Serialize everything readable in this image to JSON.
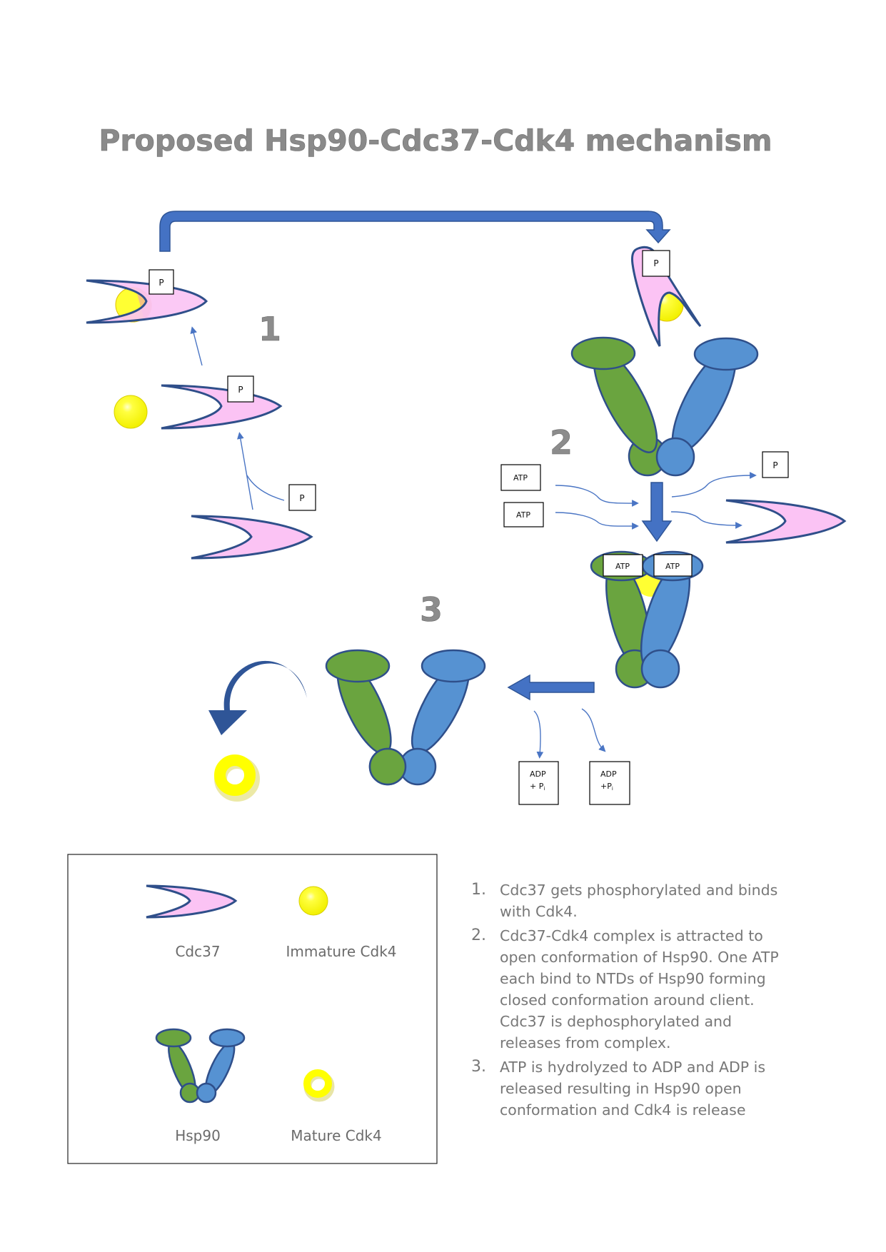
{
  "title": "Proposed Hsp90-Cdc37-Cdk4 mechanism",
  "step_numbers": [
    "1",
    "2",
    "3"
  ],
  "labels": {
    "phosphate": "P",
    "atp": "ATP",
    "adp_line1": "ADP",
    "adp_pi_a": "+ P",
    "adp_pi_b": "+P",
    "subscript_i": "i"
  },
  "colors": {
    "cdc37_fill": "#fbc3f4",
    "outline": "#2f4f8a",
    "hsp90_green": "#6aa43f",
    "hsp90_blue": "#5692d2",
    "cdk4_yellow": "#ffff33",
    "arrow_blue": "#4472c4",
    "curved_arrow_blue": "#2f5597",
    "step_text_gray": "#777777"
  },
  "legend": {
    "items": [
      {
        "key": "cdc37",
        "label": "Cdc37"
      },
      {
        "key": "immature-cdk4",
        "label": "Immature Cdk4"
      },
      {
        "key": "hsp90",
        "label": "Hsp90"
      },
      {
        "key": "mature-cdk4",
        "label": "Mature Cdk4"
      }
    ]
  },
  "steps": [
    {
      "number": "1.",
      "text": "Cdc37 gets phosphorylated and binds with Cdk4."
    },
    {
      "number": "2.",
      "text": "Cdc37-Cdk4 complex is attracted to open conformation of Hsp90. One ATP each bind to NTDs of Hsp90 forming closed conformation around client. Cdc37 is dephosphorylated and releases from complex."
    },
    {
      "number": "3.",
      "text": " ATP is hydrolyzed to ADP and ADP is released resulting in Hsp90 open conformation and Cdk4 is release"
    }
  ]
}
